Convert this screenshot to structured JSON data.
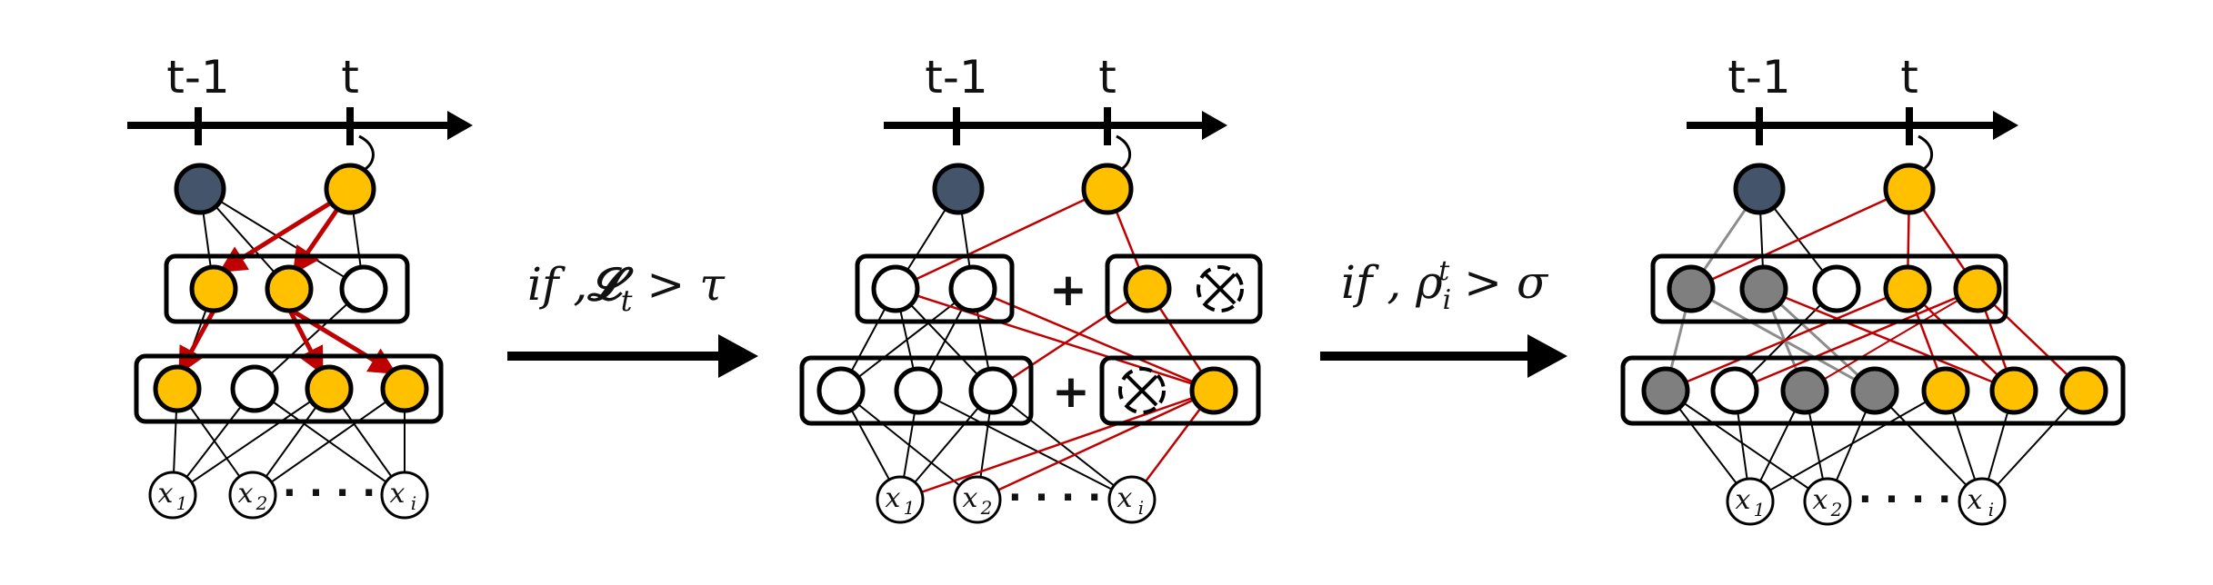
{
  "colors": {
    "active": "#FFC000",
    "dark_unit": "#44546A",
    "frozen": "#7F7F7F",
    "red_edge": "#C00000",
    "gray_edge": "#8C8C8C",
    "black": "#000000"
  },
  "timeline": {
    "tick_prev": "t-1",
    "tick_curr": "t"
  },
  "transitions": [
    {
      "condition_prefix": "if ,",
      "condition_symbol": "𝓛",
      "condition_sub": "t",
      "condition_op": " > τ"
    },
    {
      "condition_prefix": "if , ",
      "condition_symbol": "ρ",
      "condition_sub": "i",
      "condition_sup": "t",
      "condition_op": " > σ"
    }
  ],
  "plus_sign": "+",
  "inputs": {
    "x1": "x",
    "x1_sub": "1",
    "x2": "x",
    "x2_sub": "2",
    "xi": "x",
    "xi_sub": "i",
    "ellipsis": "· · · ·"
  }
}
